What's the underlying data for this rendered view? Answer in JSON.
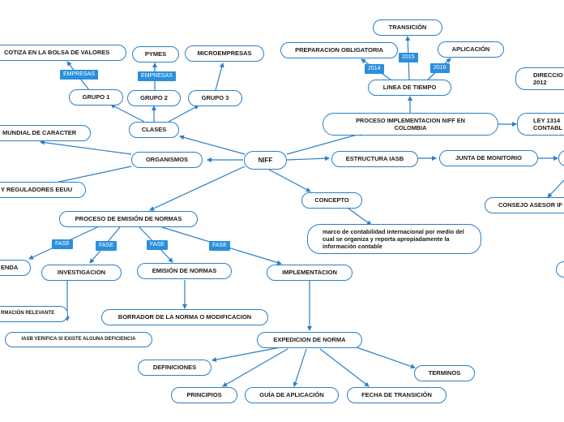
{
  "map": {
    "root": "NIFF",
    "nodes": {
      "cotiza": "COTIZA EN LA BOLSA DE VALORES",
      "pymes": "PYMES",
      "micro": "MICROEMPRESAS",
      "grupo1": "GRUPO 1",
      "grupo2": "GRUPO 2",
      "grupo3": "GRUPO 3",
      "clases": "CLASES",
      "mundial": "MUNDIAL DE CARACTER",
      "organismos": "ORGANISMOS",
      "reguladores": "Y REGULADORES EEUU",
      "proceso_emision": "PROCESO DE EMISIÓN DE NORMAS",
      "agenda": "ENDA",
      "investigacion": "INVESTIGACION",
      "emision": "EMISIÓN DE NORMAS",
      "implementacion": "IMPLEMENTACION",
      "informacion": "RMACIÓN RELEVANTE",
      "iasb_verifica": "IASB VERIFICA SI EXISTE ALGUNA DEFICIENCIA",
      "borrador": "BORRADOR DE LA NORMA O MODIFICACION",
      "expedicion": "EXPEDICION DE NORMA",
      "definiciones": "DEFINICIONES",
      "principios": "PRINCIPIOS",
      "guia": "GUÍA DE APLICACIÓN",
      "fecha": "FECHA DE TRANSICIÓN",
      "terminos": "TERMINOS",
      "concepto": "CONCEPTO",
      "concepto_def": "marco de contabilidad internacional por medio del cual se organiza y reporta apropiadamente la información contable",
      "estructura": "ESTRUCTURA IASB",
      "junta": "JUNTA DE MONITORIO",
      "consejo": "CONSEJO ASESOR IF",
      "proceso_impl": "PROCESO IMPLEMENTACION NIFF EN COLOMBIA",
      "ley": "LEY 1314\nCONTABL",
      "direccion": "DIRECCIO\n2012",
      "linea": "LINEA DE TIEMPO",
      "preparacion": "PREPARACION OBLIGATORIA",
      "transicion": "TRANSICIÓN",
      "aplicacion": "APLICACIÓN"
    },
    "tags": {
      "empresas_1": "EMPRESAS",
      "empresas_2": "EMPRESAS",
      "fase_1": "FASE",
      "fase_2": "FASE",
      "fase_3": "FASE",
      "fase_4": "FASE",
      "y2014": "2014",
      "y2015": "2015",
      "y2016": "2016"
    }
  }
}
